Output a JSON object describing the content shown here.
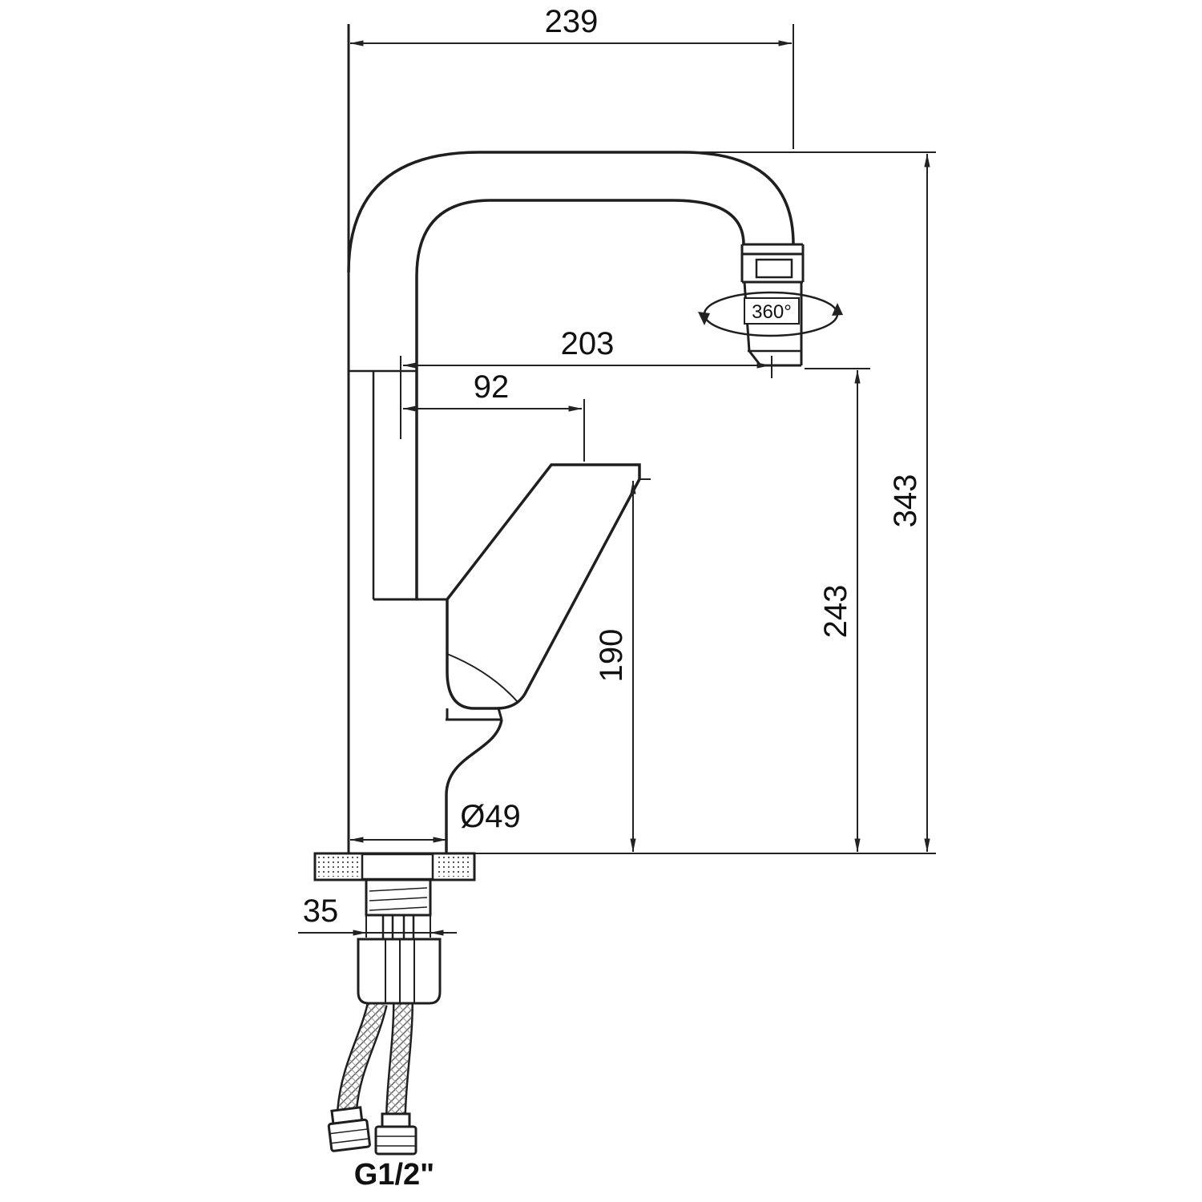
{
  "page": {
    "background": "#ffffff",
    "line_color": "#222222"
  },
  "drawing": {
    "subject": "Kitchen mixer tap technical dimension drawing",
    "dims": {
      "overall_width": "239",
      "spout_reach": "203",
      "handle_reach": "92",
      "overall_height": "343",
      "spout_outlet_height": "243",
      "handle_height": "190",
      "base_diameter": "Ø49",
      "shank_width": "35",
      "aerator_swivel": "360°",
      "thread_size": "G1/2\""
    }
  }
}
